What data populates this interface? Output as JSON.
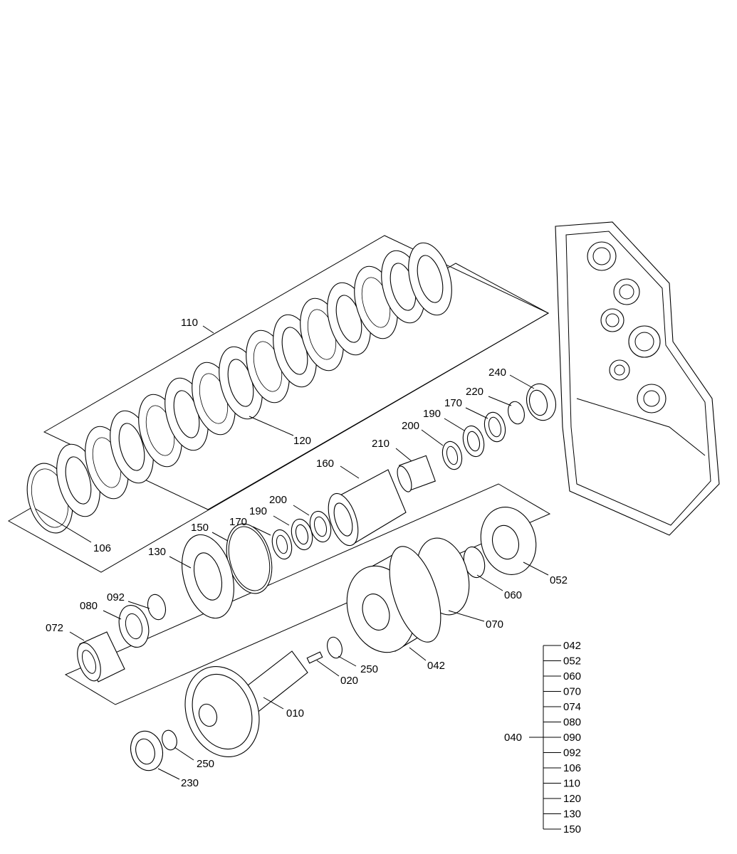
{
  "part_labels": {
    "p110": "110",
    "p120": "120",
    "p106": "106",
    "p240": "240",
    "p220": "220",
    "p170a": "170",
    "p190a": "190",
    "p200a": "200",
    "p210": "210",
    "p160": "160",
    "p200b": "200",
    "p190b": "190",
    "p170b": "170",
    "p150": "150",
    "p130": "130",
    "p092": "092",
    "p080": "080",
    "p072": "072",
    "p052": "052",
    "p060": "060",
    "p070": "070",
    "p042": "042",
    "p250a": "250",
    "p020": "020",
    "p010": "010",
    "p250b": "250",
    "p230": "230"
  },
  "assembly": {
    "parent": "040",
    "children": [
      "042",
      "052",
      "060",
      "070",
      "074",
      "080",
      "090",
      "092",
      "106",
      "110",
      "120",
      "130",
      "150"
    ]
  }
}
